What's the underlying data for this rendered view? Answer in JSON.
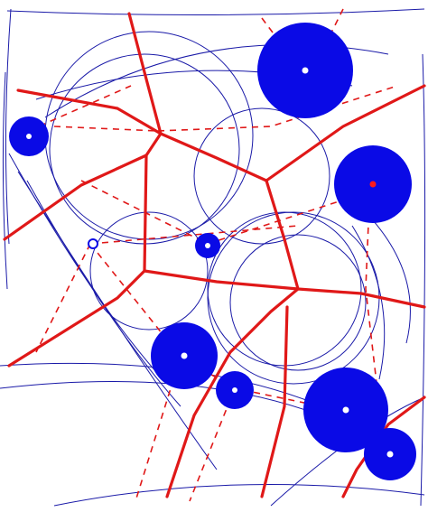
{
  "diagram": {
    "background_color": "#ffffff",
    "site_color": "#0a0ae6",
    "thin_curve_color": "#1a1aa8",
    "voronoi_edge_color": "#e01818",
    "center_marker_default": "#ffffff",
    "center_marker_highlight": "#ff1a1a",
    "sites": [
      {
        "name": "site-top-right-large",
        "center_marker": "white"
      },
      {
        "name": "site-left-small",
        "center_marker": "white"
      },
      {
        "name": "site-right-medium",
        "center_marker": "red"
      },
      {
        "name": "site-center-tiny",
        "center_marker": "white"
      },
      {
        "name": "site-left-point",
        "center_marker": "hollow"
      },
      {
        "name": "site-lower-middle",
        "center_marker": "white"
      },
      {
        "name": "site-lower-small",
        "center_marker": "white"
      },
      {
        "name": "site-bottom-right-large",
        "center_marker": "white"
      },
      {
        "name": "site-bottom-right-corner",
        "center_marker": "white"
      }
    ]
  }
}
